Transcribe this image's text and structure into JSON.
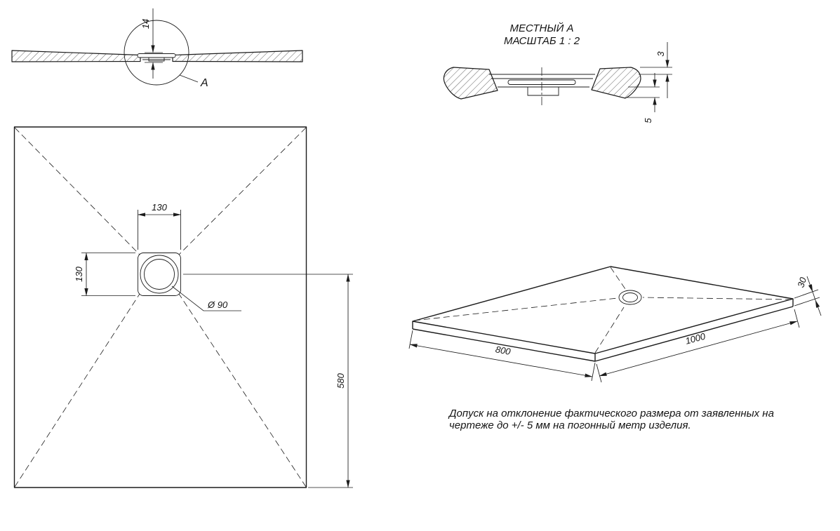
{
  "section_view": {
    "dim_height": "14",
    "detail_mark": "A"
  },
  "detail_view": {
    "title_line1": "МЕСТНЫЙ А",
    "title_line2": "МАСШТАБ 1 : 2",
    "dim_top": "3",
    "dim_bottom": "5"
  },
  "plan_view": {
    "dim_drain_width": "130",
    "dim_drain_height": "130",
    "dim_drain_diameter": "Ø 90",
    "dim_center_to_edge": "580"
  },
  "iso_view": {
    "dim_depth": "800",
    "dim_length": "1000",
    "dim_thickness": "30"
  },
  "note": {
    "line1": "Допуск на отклонение фактического размера от заявленных на",
    "line2": "чертеже до +/- 5 мм на погонный метр изделия."
  }
}
